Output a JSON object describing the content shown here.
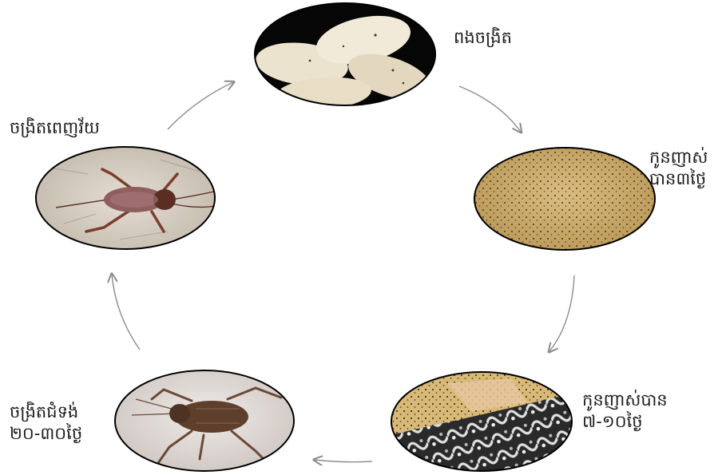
{
  "stages": [
    {
      "id": "eggs",
      "lines": [
        "ពងចង្រិត"
      ],
      "icon": "cricket-eggs-photo"
    },
    {
      "id": "nymph3",
      "lines": [
        "កូនញាស់",
        "បាន៣ថ្ងៃ"
      ],
      "icon": "tiny-nymphs-photo"
    },
    {
      "id": "nymph7",
      "lines": [
        "កូនញាស់បាន",
        "៧-១០ថ្ងៃ"
      ],
      "icon": "nymphs-on-egg-tray-photo"
    },
    {
      "id": "juvenile",
      "lines": [
        "ចង្រិតជំទង់",
        "២០-៣០ថ្ងៃ"
      ],
      "icon": "juvenile-cricket-photo"
    },
    {
      "id": "adult",
      "lines": [
        "ចង្រិតពេញវ័យ"
      ],
      "icon": "adult-cricket-photo"
    }
  ],
  "colors": {
    "outline": "#000000",
    "arrow": "#8c8c8c",
    "egg": "#ece3cf",
    "sand": "#c9ab6c",
    "floor": "#d8d0c4",
    "cricket": "#6b3a2a"
  }
}
